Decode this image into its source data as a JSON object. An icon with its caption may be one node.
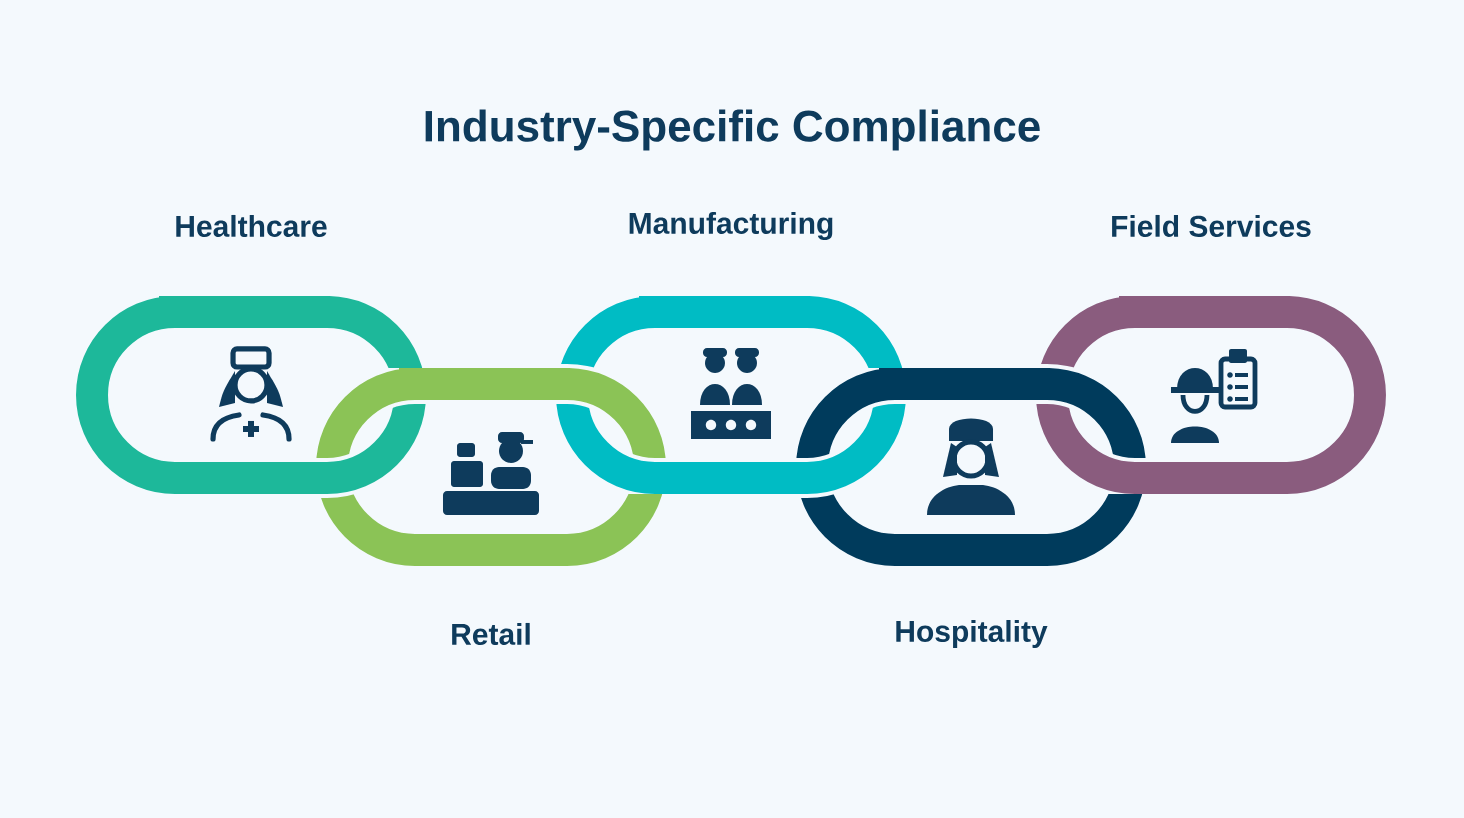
{
  "diagram": {
    "title": "Industry-Specific Compliance",
    "nodes": [
      {
        "text": [
          "Healthcare"
        ]
      },
      {
        "text": [
          "Retail"
        ]
      },
      {
        "text": [
          "Manufacturing"
        ]
      },
      {
        "text": [
          "Hospitality"
        ]
      },
      {
        "text": [
          "Field Services"
        ]
      }
    ]
  }
}
